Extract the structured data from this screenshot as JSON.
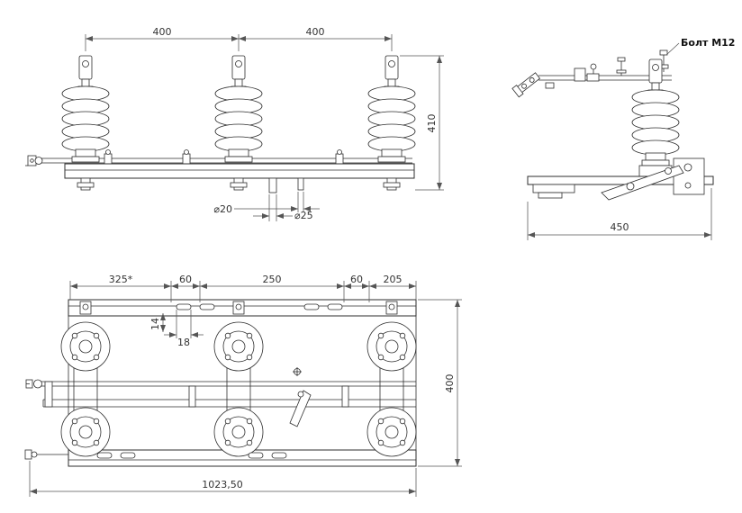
{
  "front_view": {
    "dims": {
      "span_left": "400",
      "span_right": "400",
      "height": "410",
      "pin_small": "⌀20",
      "pin_large": "⌀25"
    }
  },
  "side_view": {
    "bolt_label": "Болт М12",
    "dims": {
      "width": "450"
    }
  },
  "plan_view": {
    "dims": {
      "seg1": "325*",
      "seg2": "60",
      "seg3": "250",
      "seg4": "60",
      "seg5": "205",
      "slot_offset": "14",
      "slot_length": "18",
      "depth": "400",
      "overall": "1023,50"
    }
  }
}
